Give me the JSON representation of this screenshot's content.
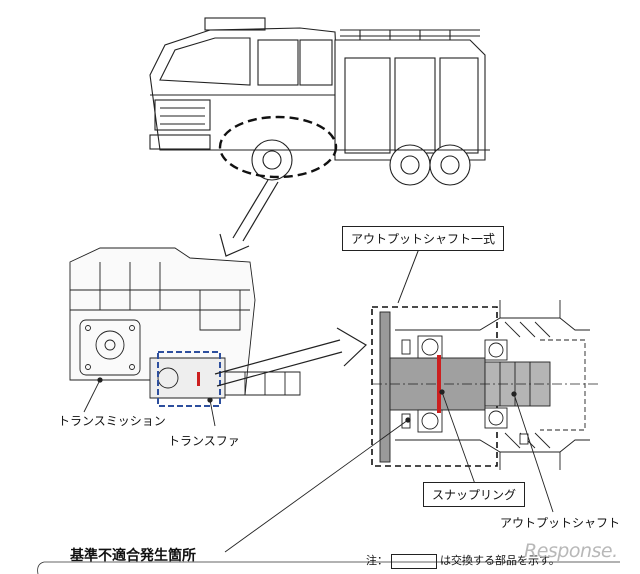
{
  "labels": {
    "output_shaft_assembly": "アウトプットシャフト一式",
    "transmission": "トランスミッション",
    "transfer": "トランスファ",
    "snap_ring": "スナップリング",
    "output_shaft": "アウトプットシャフト",
    "nonconformity_location": "基準不適合発生箇所"
  },
  "note": {
    "prefix": "注：",
    "suffix": "は交換する部品を示す。"
  },
  "watermark": "Response.",
  "colors": {
    "line": "#222222",
    "highlight_red": "#cc1f1f",
    "dashed_blue": "#2d4f9e",
    "gray_fill": "#8c8c8c"
  }
}
